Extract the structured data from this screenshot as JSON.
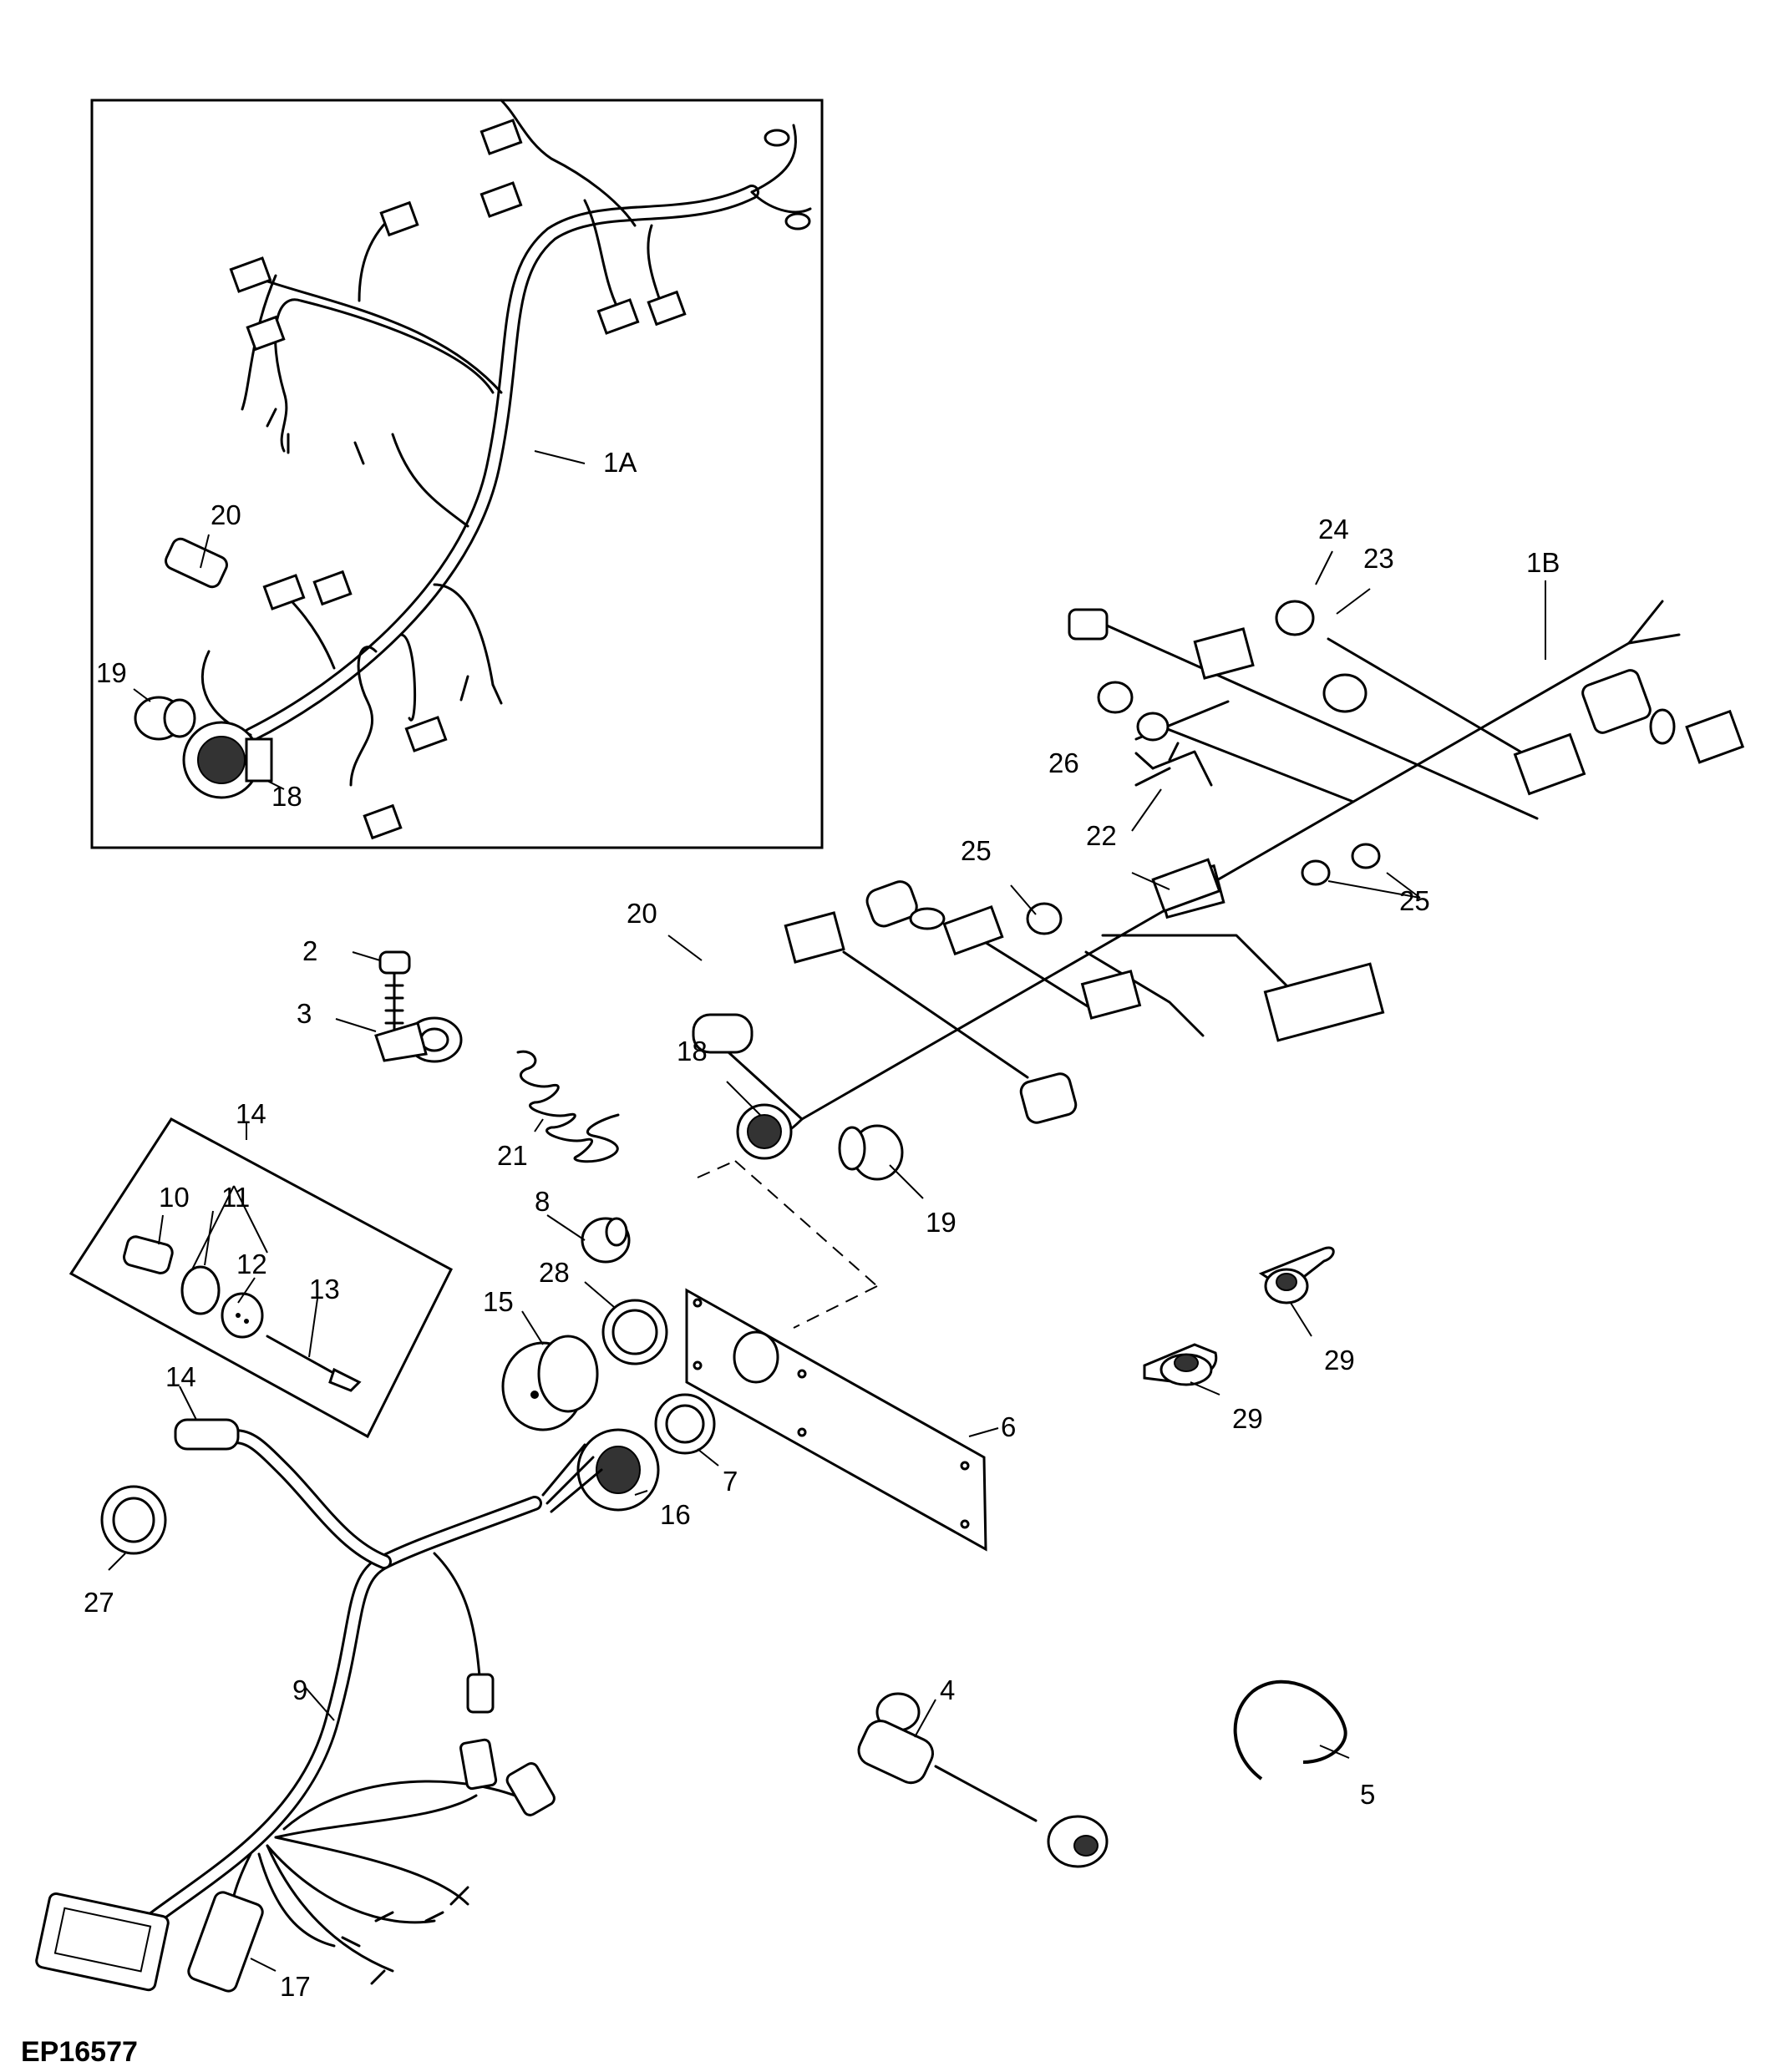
{
  "figure_id": "EP16577",
  "callouts": {
    "1A": "1A",
    "1B": "1B",
    "2": "2",
    "3": "3",
    "4": "4",
    "5": "5",
    "6": "6",
    "7": "7",
    "8": "8",
    "9": "9",
    "10": "10",
    "11": "11",
    "12": "12",
    "13": "13",
    "14": "14",
    "15": "15",
    "16": "16",
    "17": "17",
    "18": "18",
    "19": "19",
    "20": "20",
    "21": "21",
    "22": "22",
    "23": "23",
    "24": "24",
    "25": "25",
    "26": "26",
    "27": "27",
    "28": "28",
    "29": "29"
  }
}
